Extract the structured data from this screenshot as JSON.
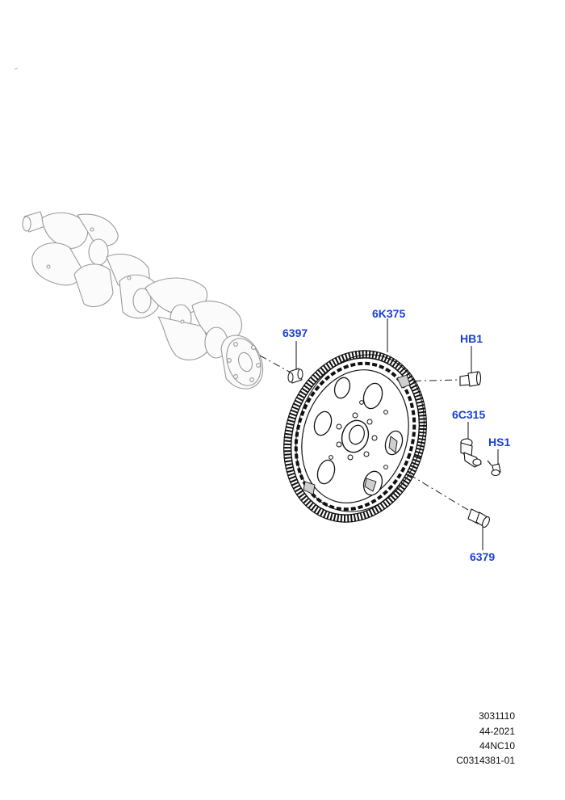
{
  "callouts": {
    "p6k375": "6K375",
    "p6397": "6397",
    "hb1": "HB1",
    "p6c315": "6C315",
    "hs1": "HS1",
    "p6379": "6379"
  },
  "footer": {
    "line1": "3031110",
    "line2": "44-2021",
    "line3": "44NC10",
    "line4": "C0314381-01"
  },
  "colors": {
    "callout": "#1a3fd6",
    "line": "#222222",
    "ghost": "#9a9a9a"
  }
}
